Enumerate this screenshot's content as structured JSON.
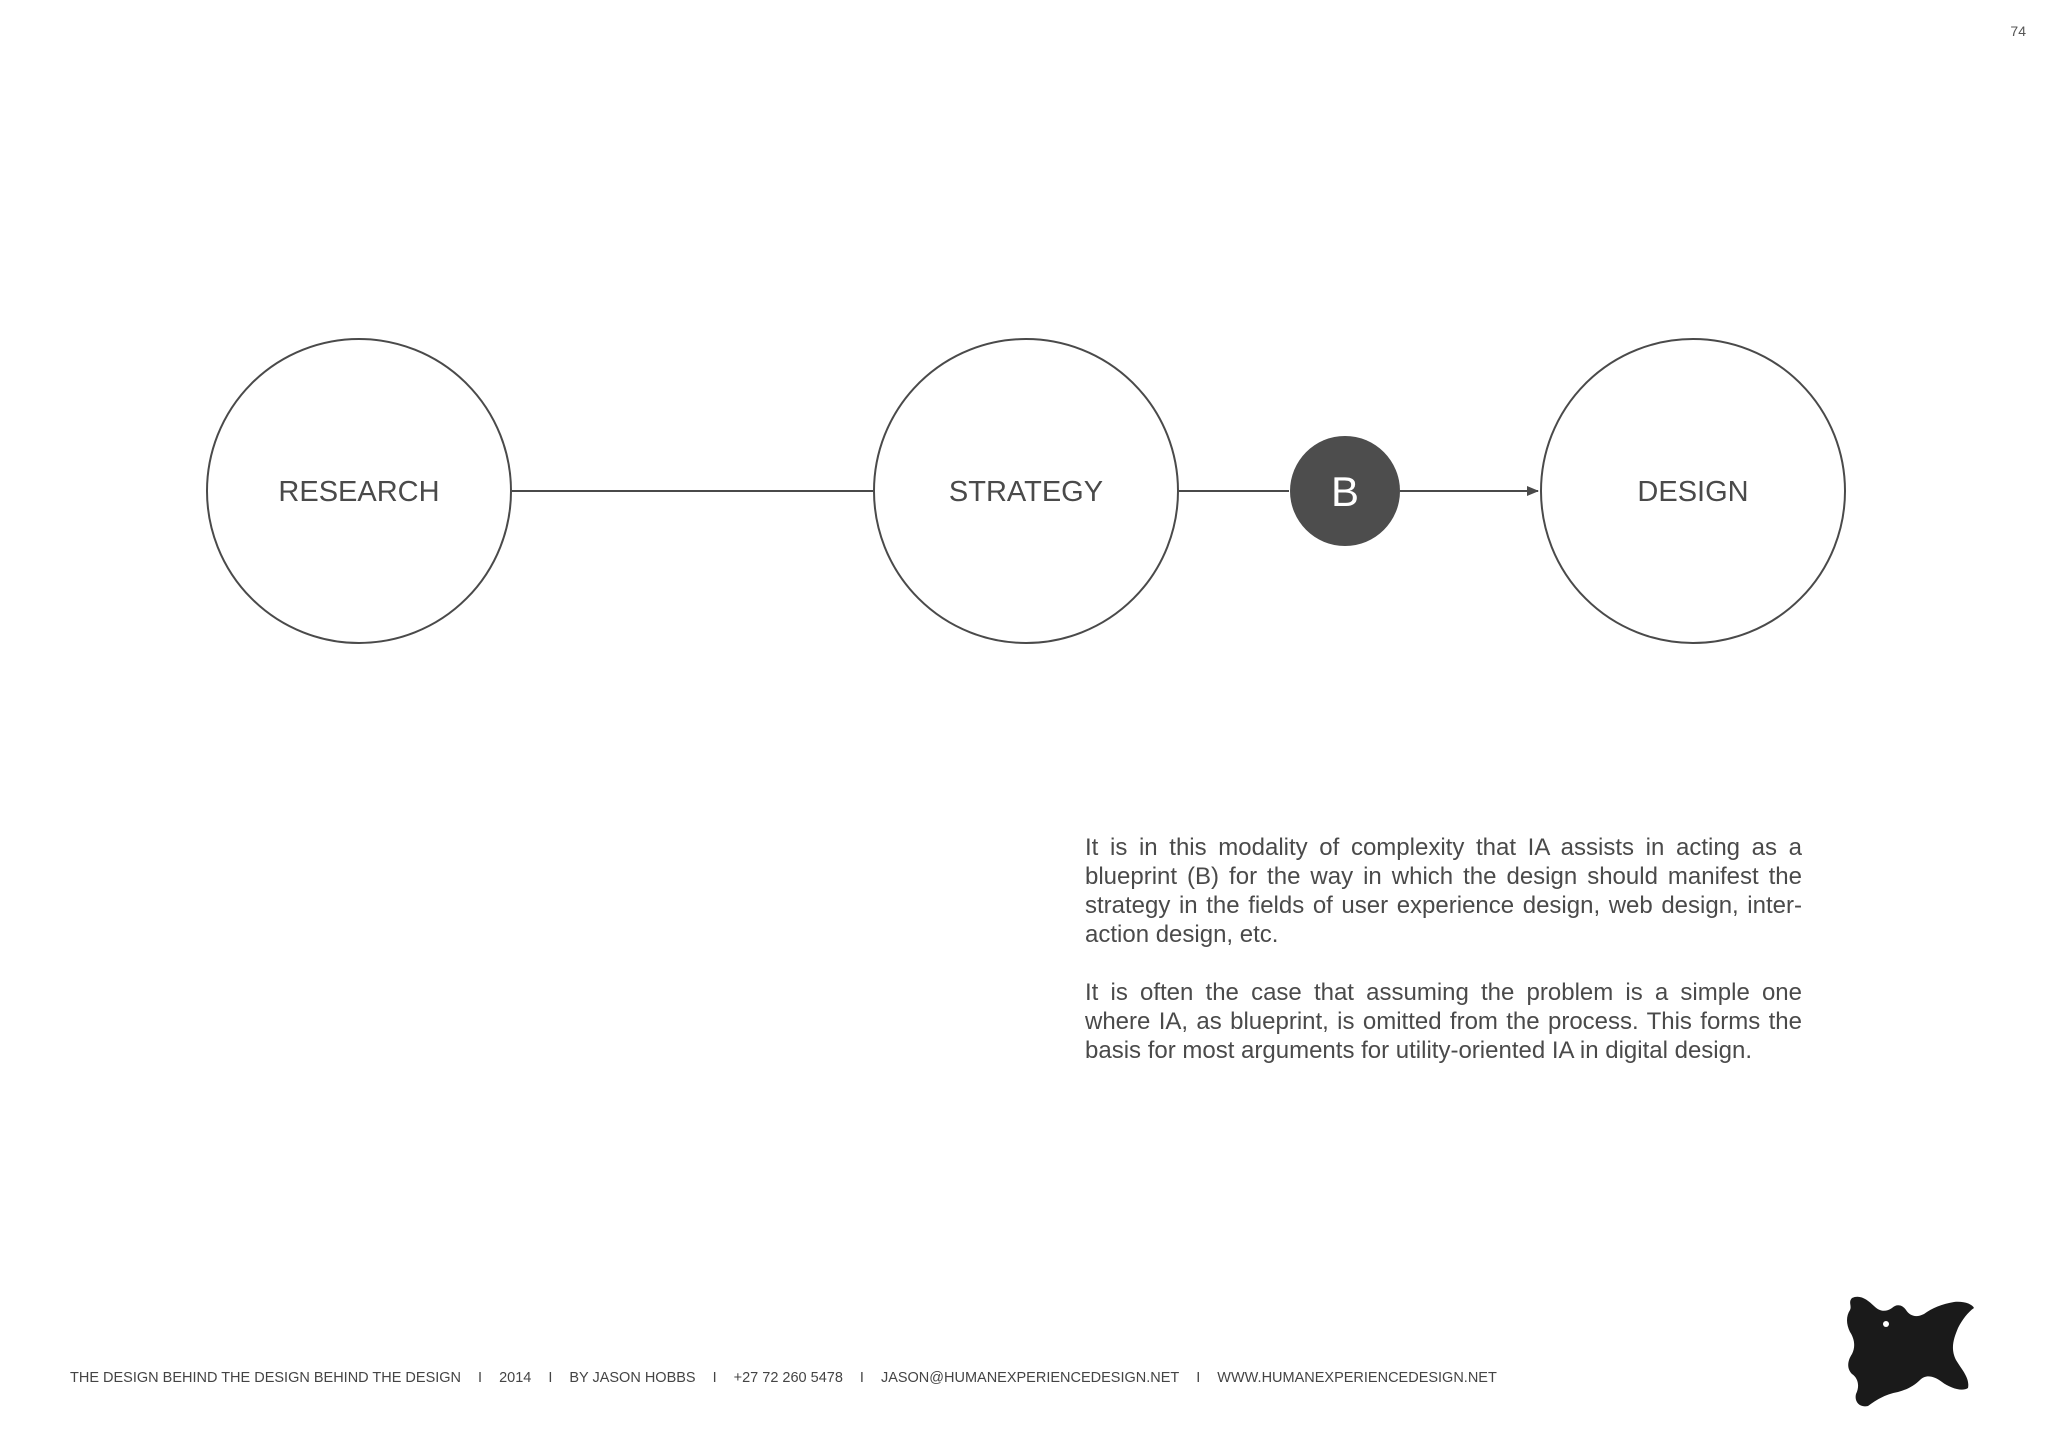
{
  "page_number": "74",
  "diagram": {
    "nodes": [
      {
        "id": "research",
        "label": "RESEARCH"
      },
      {
        "id": "strategy",
        "label": "STRATEGY"
      },
      {
        "id": "design",
        "label": "DESIGN"
      }
    ],
    "blueprint": {
      "label": "B"
    },
    "colors": {
      "outline": "#4a4a4a",
      "blueprint_fill": "#4d4d4d",
      "blueprint_text": "#ffffff"
    }
  },
  "body": {
    "paragraph_1": "It is in this modality of complexity that IA assists in acting as a blueprint (B) for the way in which the design should manifest the strategy in the fields of user experience design, web design, inter-action design, etc.",
    "paragraph_2": "It is often the case that assuming the problem is a simple one where IA, as blueprint, is omitted from the process. This forms the basis for most arguments for utility-oriented IA in digital design."
  },
  "footer": {
    "title": "THE DESIGN BEHIND THE DESIGN BEHIND THE DESIGN",
    "year": "2014",
    "author": "BY JASON HOBBS",
    "phone": "+27 72 260 5478",
    "email": "JASON@HUMANEXPERIENCEDESIGN.NET",
    "website": "WWW.HUMANEXPERIENCEDESIGN.NET",
    "separator": "I"
  },
  "logo": {
    "icon": "creature-logo-icon",
    "color": "#1a1a1a"
  }
}
